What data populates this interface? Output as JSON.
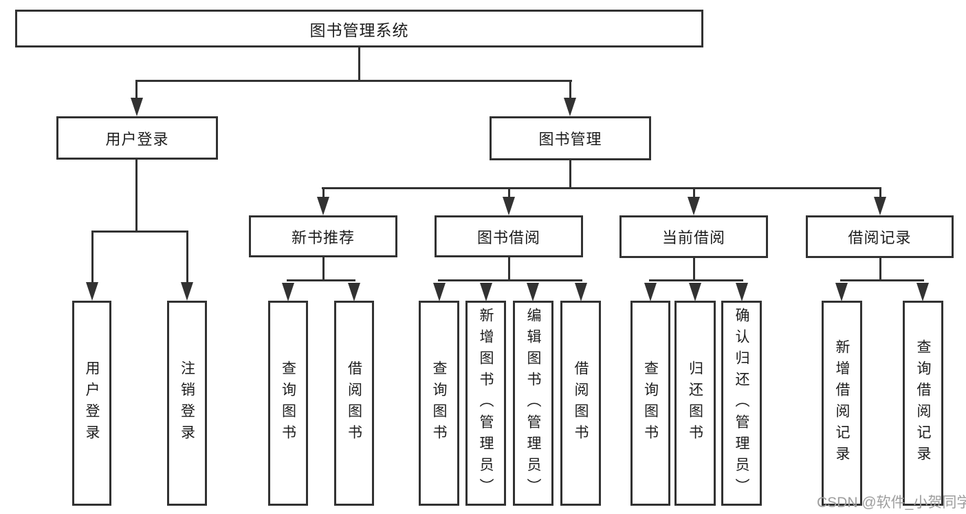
{
  "nodes": {
    "root": {
      "label": "图书管理系统"
    },
    "user_login": {
      "label": "用户登录"
    },
    "book_mgmt": {
      "label": "图书管理"
    },
    "new_rec": {
      "label": "新书推荐"
    },
    "borrow": {
      "label": "图书借阅"
    },
    "current": {
      "label": "当前借阅"
    },
    "record": {
      "label": "借阅记录"
    },
    "ul_login": {
      "label": "用户登录"
    },
    "ul_logout": {
      "label": "注销登录"
    },
    "nr_query": {
      "label": "查询图书"
    },
    "nr_borrow": {
      "label": "借阅图书"
    },
    "bb_query": {
      "label": "查询图书"
    },
    "bb_add": {
      "label": "新增图书（管理员）"
    },
    "bb_edit": {
      "label": "编辑图书（管理员）"
    },
    "bb_borrow": {
      "label": "借阅图书"
    },
    "cb_query": {
      "label": "查询图书"
    },
    "cb_return": {
      "label": "归还图书"
    },
    "cb_confirm": {
      "label": "确认归还（管理员）"
    },
    "br_add": {
      "label": "新增借阅记录"
    },
    "br_query": {
      "label": "查询借阅记录"
    }
  },
  "hierarchy": {
    "图书管理系统": {
      "用户登录": [
        "用户登录",
        "注销登录"
      ],
      "图书管理": {
        "新书推荐": [
          "查询图书",
          "借阅图书"
        ],
        "图书借阅": [
          "查询图书",
          "新增图书（管理员）",
          "编辑图书（管理员）",
          "借阅图书"
        ],
        "当前借阅": [
          "查询图书",
          "归还图书",
          "确认归还（管理员）"
        ],
        "借阅记录": [
          "新增借阅记录",
          "查询借阅记录"
        ]
      }
    }
  },
  "watermark": {
    "text": "CSDN @软件_小贺同学"
  },
  "colors": {
    "line": "#323232",
    "text": "#1d1d1d",
    "background": "#ffffff",
    "watermark": "#9e9e9e"
  }
}
